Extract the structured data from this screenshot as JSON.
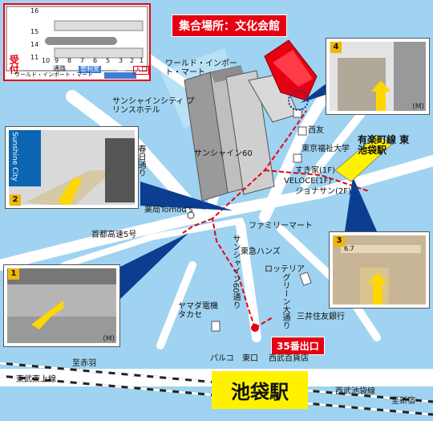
{
  "title": "集合場所：文化会館",
  "floorplan": {
    "numbers": [
      "16",
      "15",
      "14",
      "11",
      "10",
      "9",
      "8",
      "7",
      "6",
      "5",
      "3",
      "2",
      "1"
    ],
    "entrance_label": "受付",
    "aisle_label": "通路",
    "control_label": "管制室",
    "wc_label": "WC",
    "in_label": "入口",
    "bottom_label": "ワールド・インポート・マート"
  },
  "photos": [
    {
      "number": "1",
      "mark": "(M)"
    },
    {
      "number": "2",
      "sign": "Sunshine City"
    },
    {
      "number": "3",
      "sign": "6.7"
    },
    {
      "number": "4",
      "mark": "(M)"
    }
  ],
  "labels": {
    "world_import_mart": "ワールド・インポート・マート",
    "prince_hotel": "サンシャインシティ プリンスホテル",
    "sunshine60": "サンシャイン60",
    "kasuga_dori": "春日通り",
    "tomods": "薬局Tomod's",
    "family_mart": "ファミリーマート",
    "shuto": "首都高速5号",
    "tokyu_hands": "東急ハンズ",
    "lotteria": "ロッテリア",
    "sunshine60_dori": "サンシャイン60通り",
    "green_odori": "グリーン大通り",
    "yamada": "ヤマダ電機 タカセ",
    "sumitomo": "三井住友銀行",
    "exit35": "35番出口",
    "saiyu": "西友",
    "fukushi": "東京福祉大学",
    "sukiya": "すき家(1F)",
    "veloce": "VELOCE(1F)",
    "jonathan": "ジョナサン(2F)",
    "yurakucho": "有楽町線 東池袋駅",
    "parco": "パルコ",
    "east_exit": "東口",
    "seibu_dept": "西武百貨店",
    "to_akabane": "至赤羽",
    "tobu_tojo": "東武東上線",
    "ikebukuro": "池袋駅",
    "seibu_line": "西武池袋線",
    "to_shinjuku": "至新宿"
  }
}
